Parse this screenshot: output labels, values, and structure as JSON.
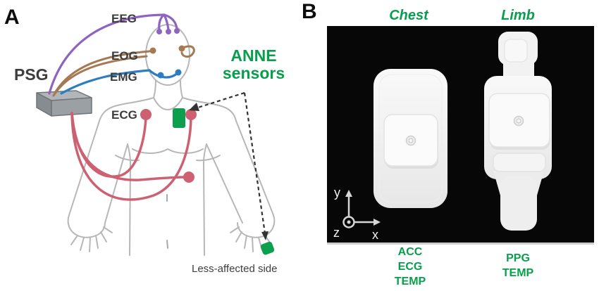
{
  "panel_a": {
    "label": "A",
    "psg": {
      "label": "PSG",
      "box_color": "#9ba0a4"
    },
    "wires": [
      {
        "id": "eeg",
        "label": "EEG",
        "color": "#8f63c0"
      },
      {
        "id": "eog",
        "label": "EOG",
        "color": "#a57a52"
      },
      {
        "id": "emg",
        "label": "EMG",
        "color": "#2d7dc3"
      },
      {
        "id": "ecg",
        "label": "ECG",
        "color": "#cd6071"
      }
    ],
    "anne": {
      "line1": "ANNE",
      "line2": "sensors",
      "color": "#0ca04e"
    },
    "caption": "Less-affected side",
    "body_outline_color": "#b7b7b7",
    "label_text_color": "#3d3d3d"
  },
  "panel_b": {
    "label": "B",
    "sensors": [
      {
        "title": "Chest",
        "features": [
          "ACC",
          "ECG",
          "TEMP"
        ]
      },
      {
        "title": "Limb",
        "features": [
          "PPG",
          "TEMP"
        ]
      }
    ],
    "axes": {
      "x": "x",
      "y": "y",
      "z": "z"
    },
    "green": "#089e4c",
    "photo_background": "#070707",
    "device_color": "#f3f3f3"
  }
}
